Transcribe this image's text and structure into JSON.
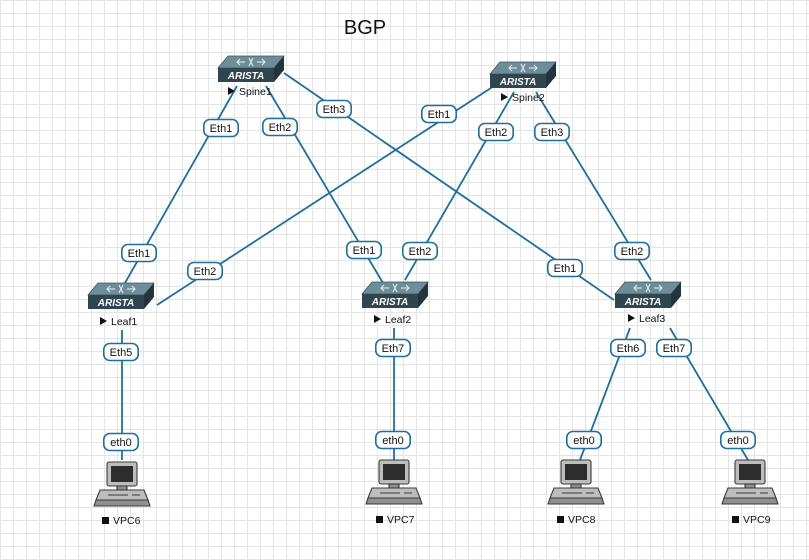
{
  "diagram": {
    "title": "BGP",
    "nodes": [
      {
        "id": "spine1",
        "label": "Spine1",
        "type": "switch",
        "brand": "ARISTA",
        "status_marker": "play"
      },
      {
        "id": "spine2",
        "label": "Spine2",
        "type": "switch",
        "brand": "ARISTA",
        "status_marker": "play"
      },
      {
        "id": "leaf1",
        "label": "Leaf1",
        "type": "switch",
        "brand": "ARISTA",
        "status_marker": "play"
      },
      {
        "id": "leaf2",
        "label": "Leaf2",
        "type": "switch",
        "brand": "ARISTA",
        "status_marker": "play"
      },
      {
        "id": "leaf3",
        "label": "Leaf3",
        "type": "switch",
        "brand": "ARISTA",
        "status_marker": "play"
      },
      {
        "id": "vpc6",
        "label": "VPC6",
        "type": "pc",
        "status_marker": "stop"
      },
      {
        "id": "vpc7",
        "label": "VPC7",
        "type": "pc",
        "status_marker": "stop"
      },
      {
        "id": "vpc8",
        "label": "VPC8",
        "type": "pc",
        "status_marker": "stop"
      },
      {
        "id": "vpc9",
        "label": "VPC9",
        "type": "pc",
        "status_marker": "stop"
      }
    ],
    "links": [
      {
        "a": "spine1",
        "a_port": "Eth1",
        "b": "leaf1",
        "b_port": "Eth1"
      },
      {
        "a": "spine1",
        "a_port": "Eth2",
        "b": "leaf2",
        "b_port": "Eth1"
      },
      {
        "a": "spine1",
        "a_port": "Eth3",
        "b": "leaf3",
        "b_port": "Eth1"
      },
      {
        "a": "spine2",
        "a_port": "Eth1",
        "b": "leaf1",
        "b_port": "Eth2"
      },
      {
        "a": "spine2",
        "a_port": "Eth2",
        "b": "leaf2",
        "b_port": "Eth2"
      },
      {
        "a": "spine2",
        "a_port": "Eth3",
        "b": "leaf3",
        "b_port": "Eth2"
      },
      {
        "a": "leaf1",
        "a_port": "Eth5",
        "b": "vpc6",
        "b_port": "eth0"
      },
      {
        "a": "leaf2",
        "a_port": "Eth7",
        "b": "vpc7",
        "b_port": "eth0"
      },
      {
        "a": "leaf3",
        "a_port": "Eth6",
        "b": "vpc8",
        "b_port": "eth0"
      },
      {
        "a": "leaf3",
        "a_port": "Eth7",
        "b": "vpc9",
        "b_port": "eth0"
      }
    ],
    "colors": {
      "link": "#1e6f9a",
      "grid": "#e4e4e4",
      "switch_top": "#6e8d99",
      "switch_front": "#2f4550"
    },
    "icons": {
      "switch": "arista-switch-icon",
      "pc": "desktop-computer-icon",
      "running": "play-triangle-icon",
      "stopped": "stop-square-icon"
    }
  }
}
